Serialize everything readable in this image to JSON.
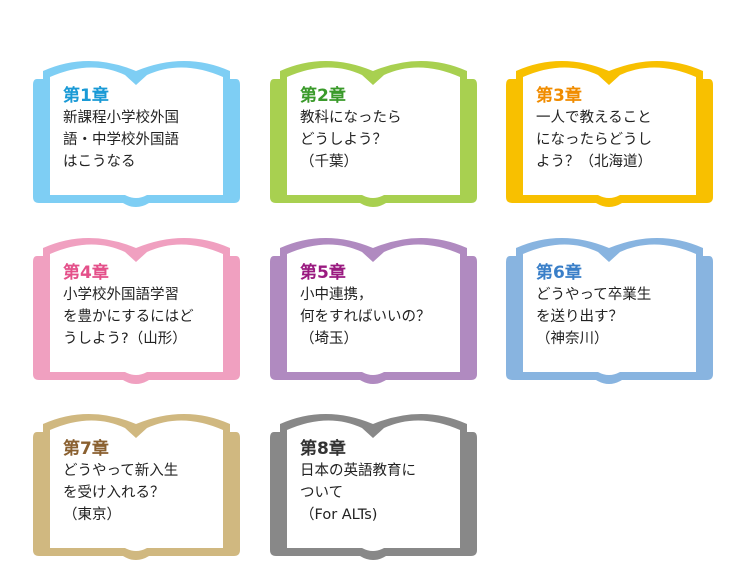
{
  "chapters": [
    {
      "title": "第1章",
      "text": "新課程小学校外国\n語・中学校外国語\nはこうなる",
      "book_color": "#7ecef4",
      "title_color": "#1a9ad6"
    },
    {
      "title": "第2章",
      "text": "教科になったら\nどうしよう？\n（千葉）",
      "book_color": "#a8d050",
      "title_color": "#3a9a2a"
    },
    {
      "title": "第3章",
      "text": "一人で教えること\nになったらどうし\nよう？（北海道）",
      "book_color": "#f8c000",
      "title_color": "#f08c00"
    },
    {
      "title": "第4章",
      "text": "小学校外国語学習\nを豊かにするにはど\nうしよう?（山形）",
      "book_color": "#f0a0c0",
      "title_color": "#e4508a"
    },
    {
      "title": "第5章",
      "text": "小中連携，\n何をすればいいの？\n（埼玉）",
      "book_color": "#b08ac0",
      "title_color": "#9a1a80"
    },
    {
      "title": "第6章",
      "text": "どうやって卒業生\nを送り出す？\n（神奈川）",
      "book_color": "#88b4e0",
      "title_color": "#3a7fc8"
    },
    {
      "title": "第7章",
      "text": "どうやって新入生\nを受け入れる？\n（東京）",
      "book_color": "#d0b880",
      "title_color": "#8a6030"
    },
    {
      "title": "第8章",
      "text": "日本の英語教育に\nついて\n（For ALTs)",
      "book_color": "#888888",
      "title_color": "#333333"
    }
  ]
}
